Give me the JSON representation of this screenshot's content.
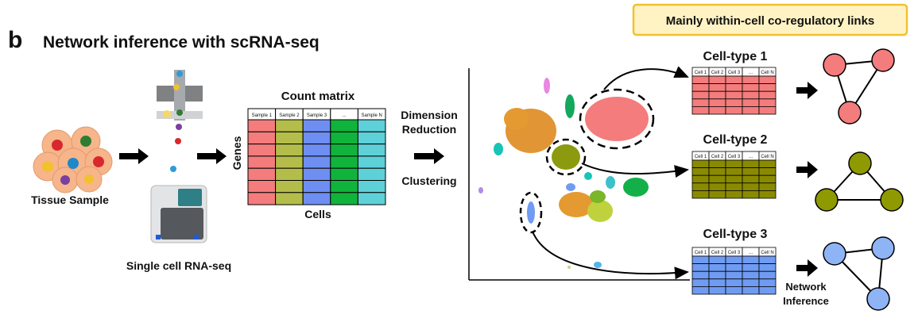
{
  "panel": {
    "letter": "b",
    "title": "Network inference with scRNA-seq"
  },
  "banner": {
    "text": "Mainly within-cell co-regulatory links",
    "fill": "#FFF3C4",
    "stroke": "#F2C12E"
  },
  "tissue": {
    "label": "Tissue Sample"
  },
  "scrnaseq": {
    "label": "Single cell RNA-seq"
  },
  "count_matrix": {
    "title": "Count matrix",
    "row_label": "Genes",
    "col_label": "Cells",
    "headers": [
      "Sample 1",
      "Sample 2",
      "Sample 3",
      "...",
      "Sample N"
    ],
    "column_colors": [
      "#F47C7C",
      "#B4BD4A",
      "#6F8EF2",
      "#10B33B",
      "#5ED0D8"
    ]
  },
  "steps": {
    "dimension_line1": "Dimension",
    "dimension_line2": "Reduction",
    "clustering": "Clustering"
  },
  "celltypes": [
    {
      "label": "Cell-type 1",
      "color": "#F47C7C",
      "headers": [
        "Cell 1",
        "Cell 2",
        "Cell 3",
        "...",
        "Cell N"
      ]
    },
    {
      "label": "Cell-type 2",
      "color": "#8A8A00",
      "headers": [
        "Cell 1",
        "Cell 2",
        "Cell 3",
        "...",
        "Cell N"
      ]
    },
    {
      "label": "Cell-type 3",
      "color": "#6F9BF2",
      "headers": [
        "Cell 1",
        "Cell 2",
        "Cell 3",
        "...",
        "Cell N"
      ]
    }
  ],
  "networks": {
    "label_line1": "Network",
    "label_line2": "Inference",
    "colors": [
      "#F47C7C",
      "#8F9A00",
      "#8FB4F5"
    ]
  }
}
